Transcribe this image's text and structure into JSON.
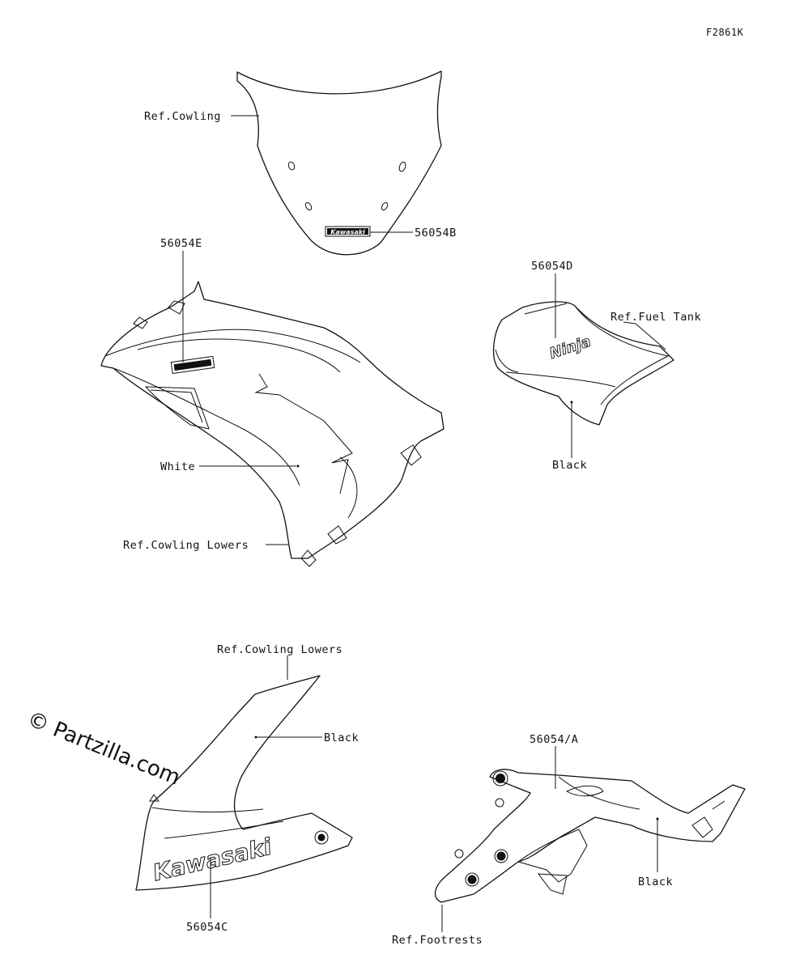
{
  "figure_code": "F2861K",
  "watermark": "© Partzilla.com",
  "labels": {
    "ref_cowling": "Ref.Cowling",
    "part_56054B": "56054B",
    "part_56054E": "56054E",
    "part_56054D": "56054D",
    "ref_fuel_tank": "Ref.Fuel Tank",
    "black_tank": "Black",
    "white": "White",
    "ref_cowling_lowers_1": "Ref.Cowling Lowers",
    "ref_cowling_lowers_2": "Ref.Cowling Lowers",
    "black_lower": "Black",
    "part_56054A": "56054/A",
    "black_footrest": "Black",
    "part_56054C": "56054C",
    "ref_footrests": "Ref.Footrests"
  },
  "decal_text": {
    "windscreen_logo": "Kawasaki",
    "tank_logo": "Ninja",
    "lower_logo": "Kawasaki"
  }
}
